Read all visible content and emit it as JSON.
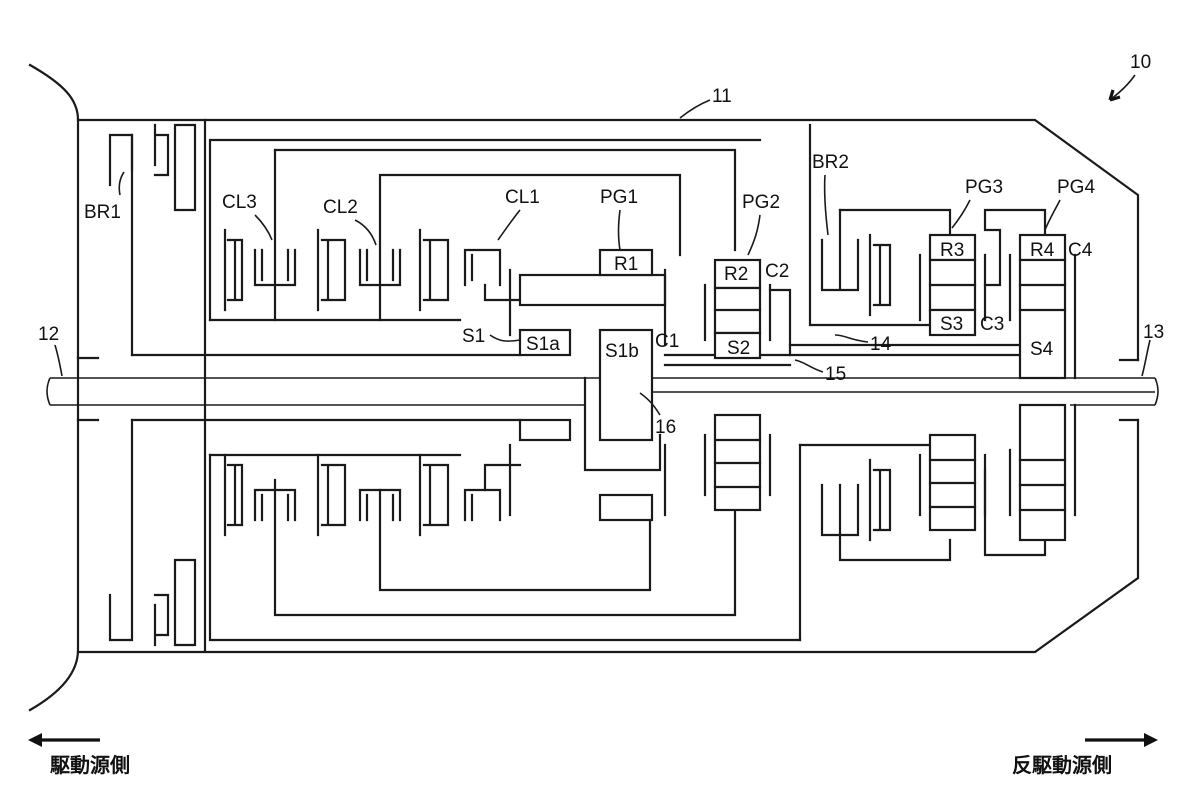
{
  "labels": {
    "ref_10": "10",
    "ref_11": "11",
    "ref_12": "12",
    "ref_13": "13",
    "ref_14": "14",
    "ref_15": "15",
    "ref_16": "16",
    "br1": "BR1",
    "br2": "BR2",
    "cl1": "CL1",
    "cl2": "CL2",
    "cl3": "CL3",
    "pg1": "PG1",
    "pg2": "PG2",
    "pg3": "PG3",
    "pg4": "PG4",
    "r1": "R1",
    "r2": "R2",
    "r3": "R3",
    "r4": "R4",
    "s1": "S1",
    "s1a": "S1a",
    "s1b": "S1b",
    "s2": "S2",
    "s3": "S3",
    "s4": "S4",
    "c1": "C1",
    "c2": "C2",
    "c3": "C3",
    "c4": "C4"
  },
  "captions": {
    "drive_side": "駆動源側",
    "anti_drive_side": "反駆動源側"
  }
}
